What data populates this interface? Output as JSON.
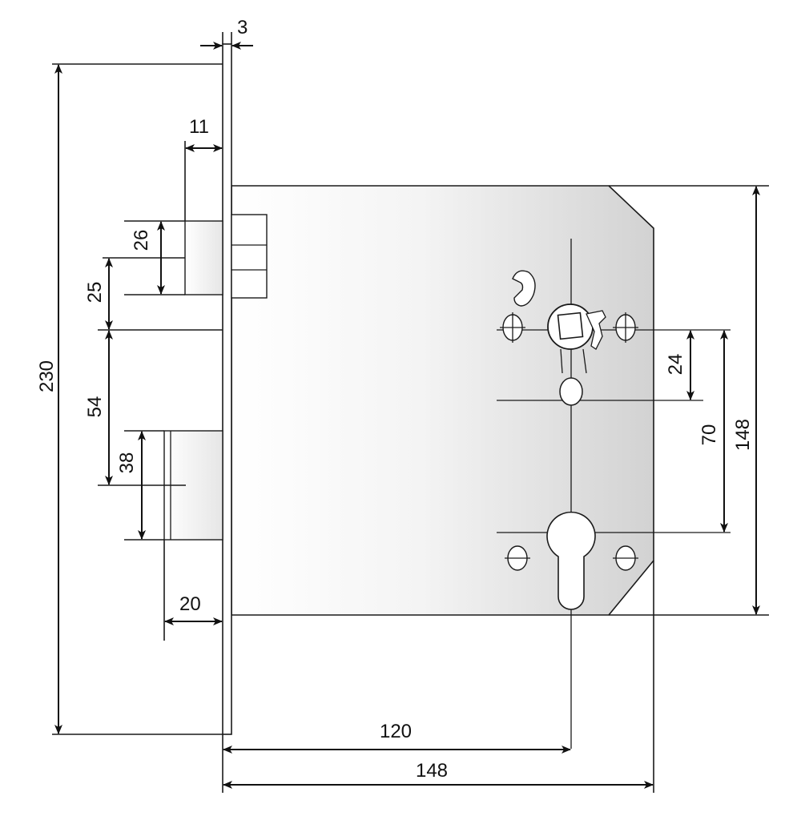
{
  "dimensions": {
    "faceplate_thickness": "3",
    "bolt_projection": "11",
    "deadbolt_height": "26",
    "deadbolt_offset": "25",
    "total_height": "230",
    "latch_offset": "54",
    "latch_height": "38",
    "latch_projection": "20",
    "handle_cylinder_spacing": "24",
    "handle_to_cylinder": "70",
    "case_height": "148",
    "backset": "120",
    "case_depth": "148"
  }
}
